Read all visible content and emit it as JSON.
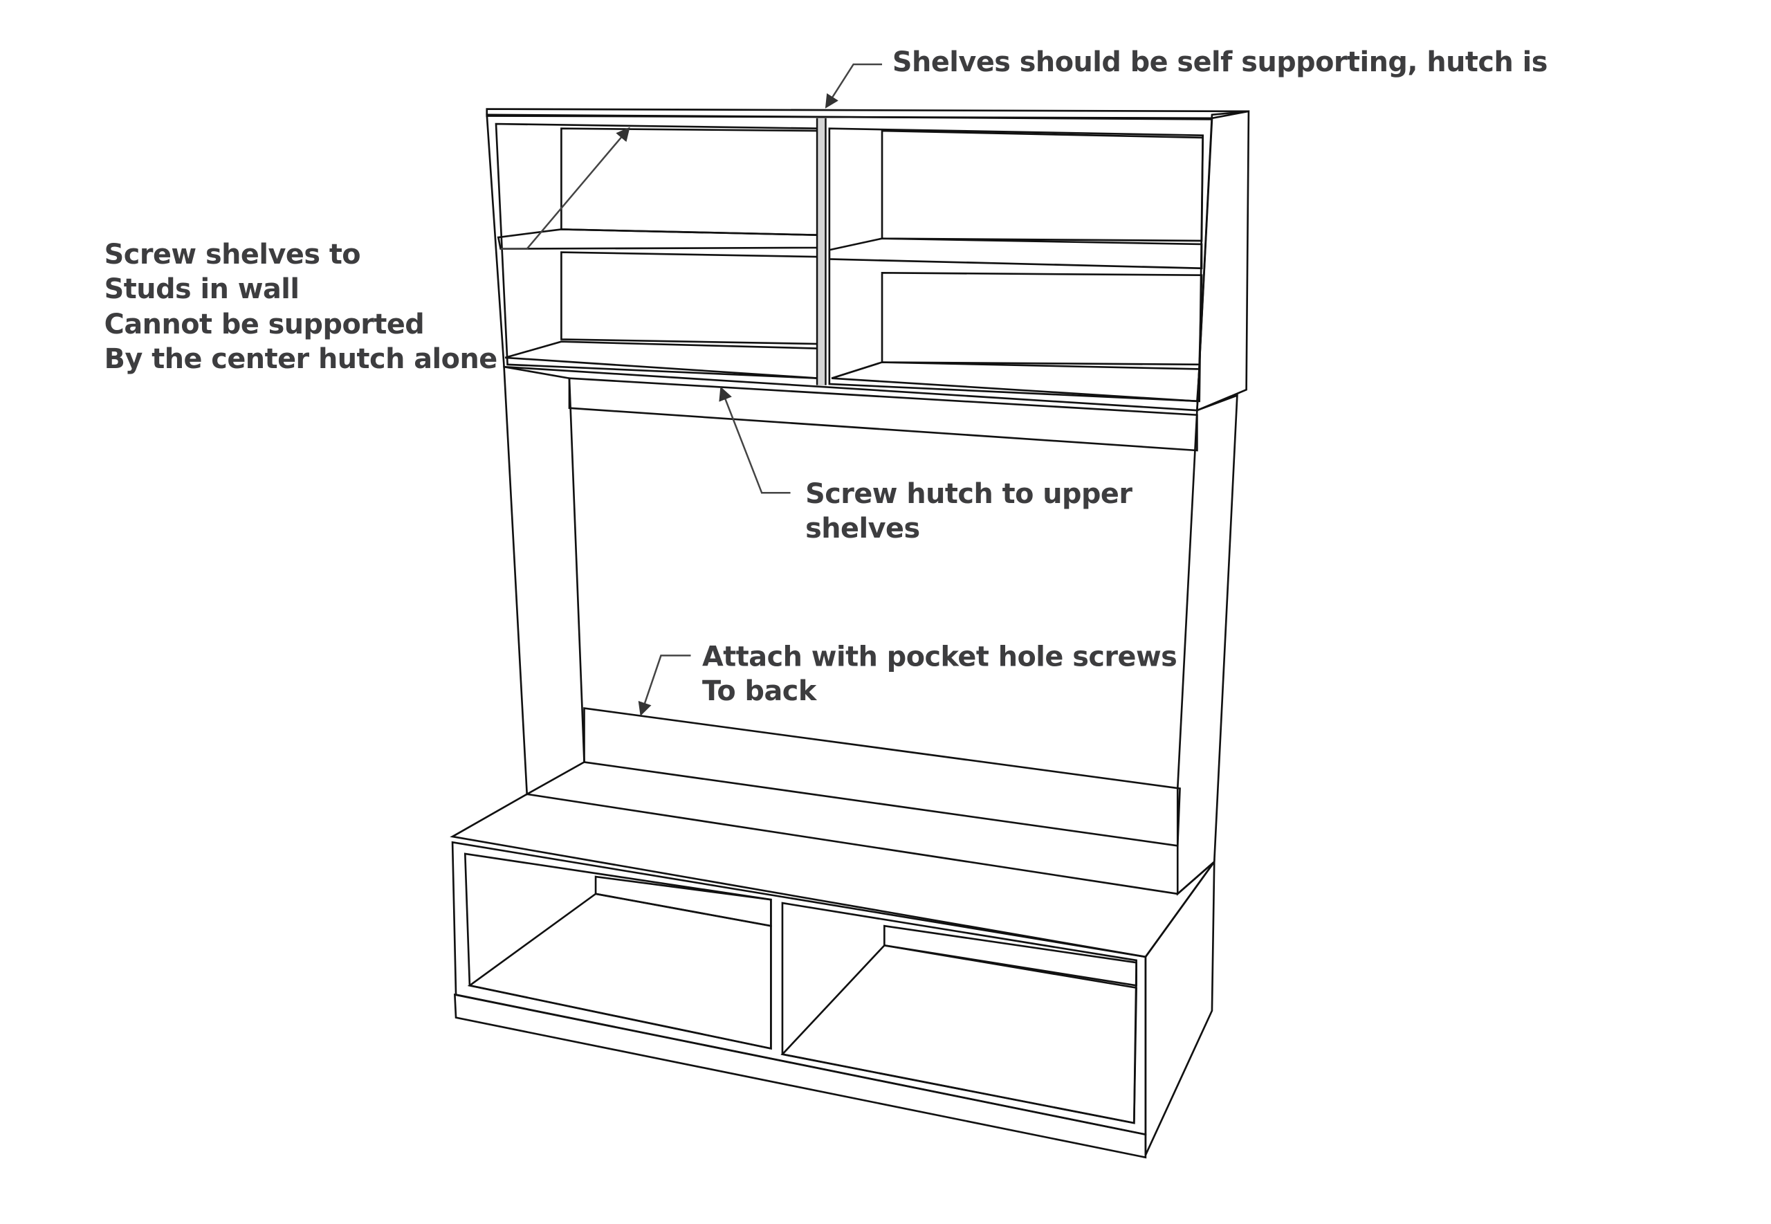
{
  "annotations": {
    "top": "Shelves should be self supporting, hutch is",
    "left": [
      "Screw shelves to",
      "Studs in wall",
      "Cannot be supported",
      "By the center hutch alone"
    ],
    "middle": [
      "Screw hutch to upper",
      "shelves"
    ],
    "lower": [
      "Attach with pocket hole screws",
      "To back"
    ]
  },
  "colors": {
    "dark_gray": "#6e6e6e",
    "mid_gray": "#8a8a8a",
    "light_gray": "#c9c9c9",
    "edge_gray": "#d8d8d8",
    "wood": "#d8b66e",
    "text": "#3d3d3f"
  }
}
